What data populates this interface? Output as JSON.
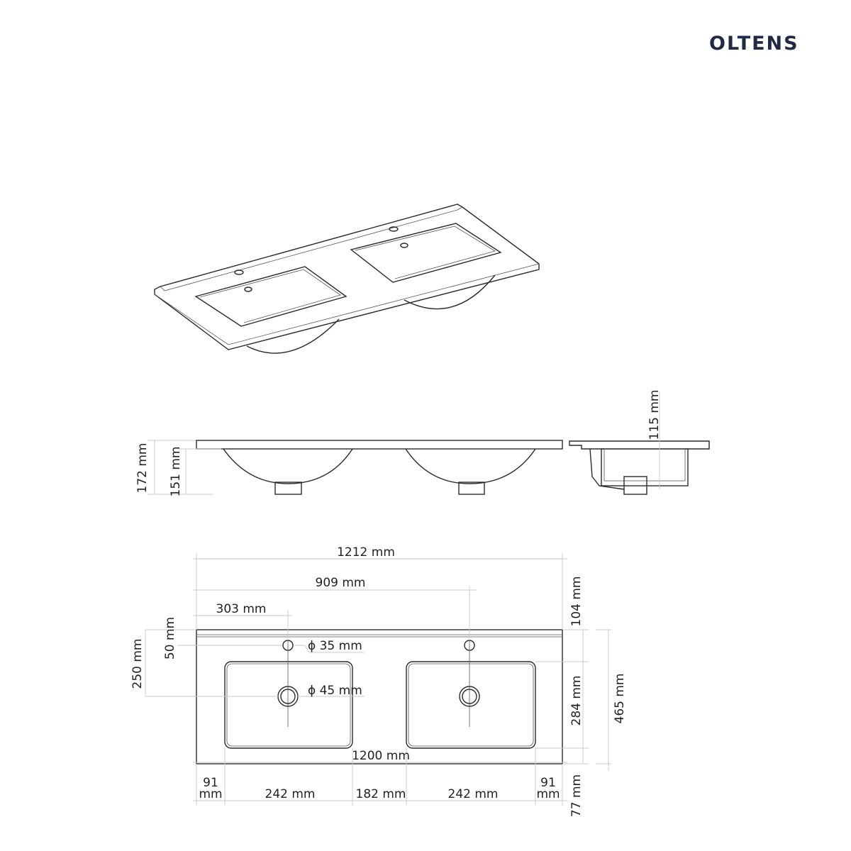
{
  "brand": {
    "logo": "OLTENS",
    "color": "#1f2a44"
  },
  "front_view": {
    "total_height": "172 mm",
    "bowl_height": "151 mm"
  },
  "side_view": {
    "depth_label": "115 mm"
  },
  "top_view": {
    "overall_width": "1212 mm",
    "second_tap_offset": "909 mm",
    "first_tap_offset": "303 mm",
    "tap_hole_diameter": "ϕ 35 mm",
    "drain_diameter": "ϕ 45 mm",
    "tap_from_back": "50 mm",
    "drain_from_back": "250 mm",
    "back_to_bowl": "104 mm",
    "bowl_depth": "284 mm",
    "overall_depth": "465 mm",
    "front_to_bowl": "77 mm",
    "inner_width": "1200 mm",
    "left_margin": {
      "value": "91",
      "unit": "mm"
    },
    "bowl_width_left": "242 mm",
    "bowl_gap": "182 mm",
    "bowl_width_right": "242 mm",
    "right_margin": {
      "value": "91",
      "unit": "mm"
    }
  }
}
